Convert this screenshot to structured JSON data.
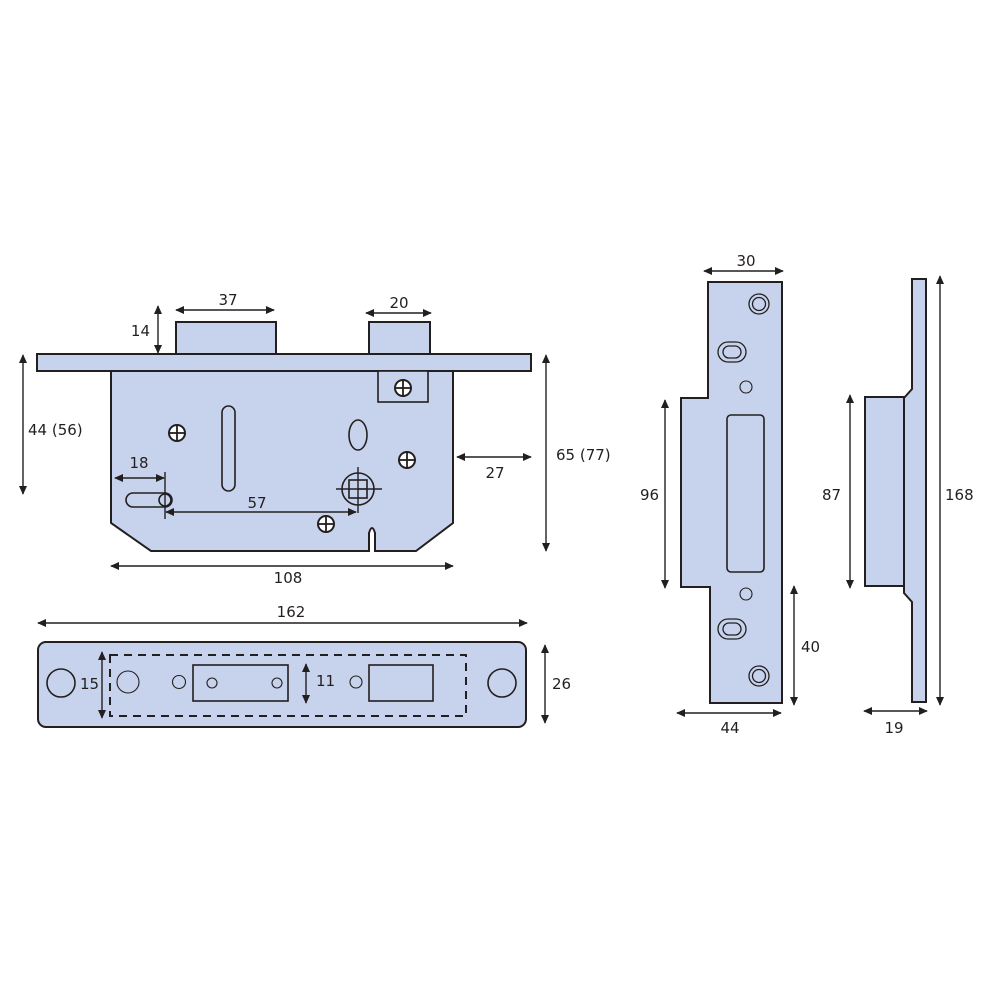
{
  "diagram": {
    "type": "technical-dimension-drawing",
    "subject": "mortice sashlock with keep",
    "fill_color": "#c7d3ec",
    "line_color": "#231f20",
    "units_implied": "mm"
  },
  "lock_case_front": {
    "dims": {
      "deadbolt_width": "37",
      "latch_width": "20",
      "bolt_throw": "14",
      "backset": "44 (56)",
      "case_depth": "65 (77)",
      "follower_offset": "18",
      "centres": "57",
      "edge_gap": "27",
      "case_height": "108"
    }
  },
  "forend": {
    "dims": {
      "length": "162",
      "width": "26",
      "inner_height": "15",
      "latch_height": "11"
    }
  },
  "striking_plate": {
    "dims": {
      "top_width": "30",
      "box_height": "96",
      "bottom_offset": "40",
      "overall_width": "44"
    }
  },
  "striking_plate_side": {
    "dims": {
      "box_depth_height": "87",
      "overall_length": "168",
      "depth": "19"
    }
  }
}
